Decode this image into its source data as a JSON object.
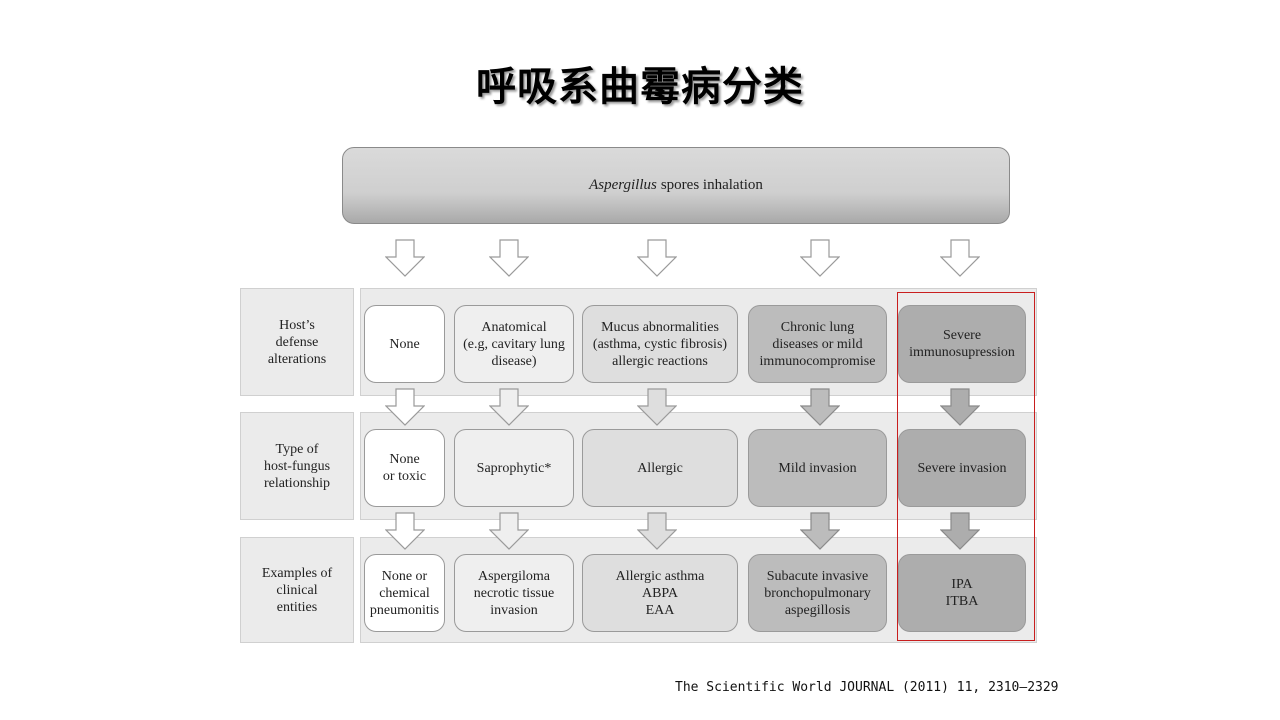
{
  "title": "呼吸系曲霉病分类",
  "top": {
    "italic": "Aspergillus",
    "rest": "spores inhalation"
  },
  "rows": [
    {
      "label": "Host’s\ndefense\nalterations",
      "cells": [
        "None",
        "Anatomical\n(e.g, cavitary lung\ndisease)",
        "Mucus abnormalities\n(asthma, cystic fibrosis)\nallergic reactions",
        "Chronic lung\ndiseases or mild\nimmunocompromise",
        "Severe\nimmunosupression"
      ]
    },
    {
      "label": "Type of\nhost-fungus\nrelationship",
      "cells": [
        "None\nor toxic",
        "Saprophytic*",
        "Allergic",
        "Mild invasion",
        "Severe invasion"
      ]
    },
    {
      "label": "Examples of\nclinical\nentities",
      "cells": [
        "None or\nchemical\npneumonitis",
        "Aspergiloma\nnecrotic tissue\ninvasion",
        "Allergic asthma\nABPA\nEAA",
        "Subacute invasive\nbronchopulmonary\naspegillosis",
        "IPA\nITBA"
      ]
    }
  ],
  "colors": {
    "highlight": "#c81e1e",
    "arrow_shades": [
      "#ffffff",
      "#efefef",
      "#dedede",
      "#bcbcbc",
      "#adadad"
    ]
  },
  "source": "The Scientific World JOURNAL (2011) 11, 2310–2329"
}
